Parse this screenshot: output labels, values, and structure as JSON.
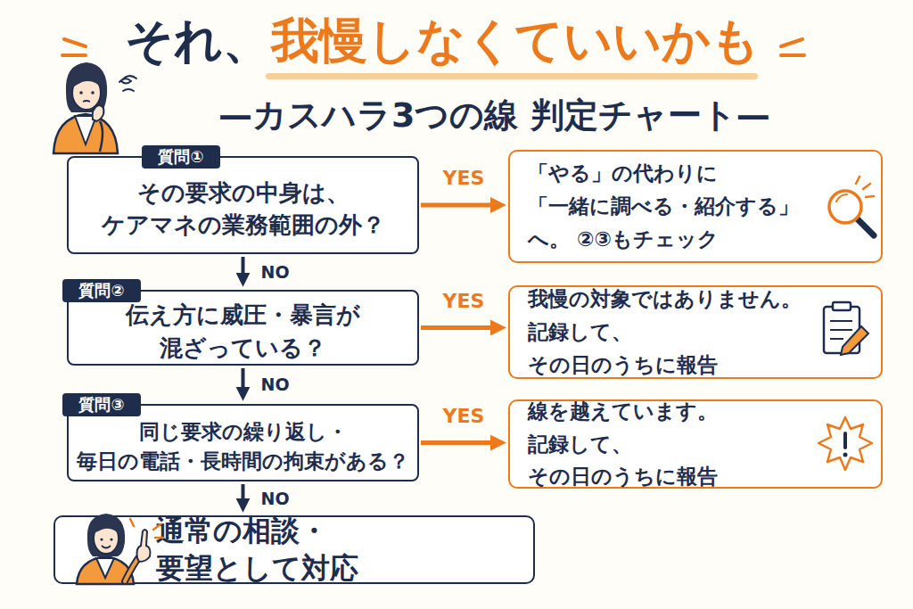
{
  "diagram": {
    "title": "それ、我慢しなくていいかも",
    "nodes": [
      {
        "text": [
          "質問①",
          "その要求の中身は、 ケアマネの業務範囲の外？"
        ]
      },
      {
        "text": [
          "「やる」の代わりに 「一緒に調べる・紹介する」へ。 ②③もチェック"
        ]
      },
      {
        "text": [
          "質問②",
          "伝え方に威圧・暴言が 混ざっている？"
        ]
      },
      {
        "text": [
          "我慢の対象ではありません。 記録して、その日のうちに報告"
        ]
      },
      {
        "text": [
          "質問③",
          "同じ要求の繰り返し・ 毎日の電話・長時間の拘束がある？"
        ]
      },
      {
        "text": [
          "線を越えています。 記録して、その日のうちに報告"
        ]
      },
      {
        "text": [
          "通常の相談・要望として対応"
        ]
      }
    ],
    "edges": [
      {
        "from": 0,
        "to": 1,
        "label": "YES",
        "arrow": "to"
      },
      {
        "from": 0,
        "to": 2,
        "label": "NO",
        "arrow": "to"
      },
      {
        "from": 2,
        "to": 3,
        "label": "YES",
        "arrow": "to"
      },
      {
        "from": 2,
        "to": 4,
        "label": "NO",
        "arrow": "to"
      },
      {
        "from": 4,
        "to": 5,
        "label": "YES",
        "arrow": "to"
      },
      {
        "from": 4,
        "to": 6,
        "label": "NO",
        "arrow": "to"
      }
    ],
    "labels": [
      "—カスハラ3つの線 判定チャート—"
    ]
  }
}
